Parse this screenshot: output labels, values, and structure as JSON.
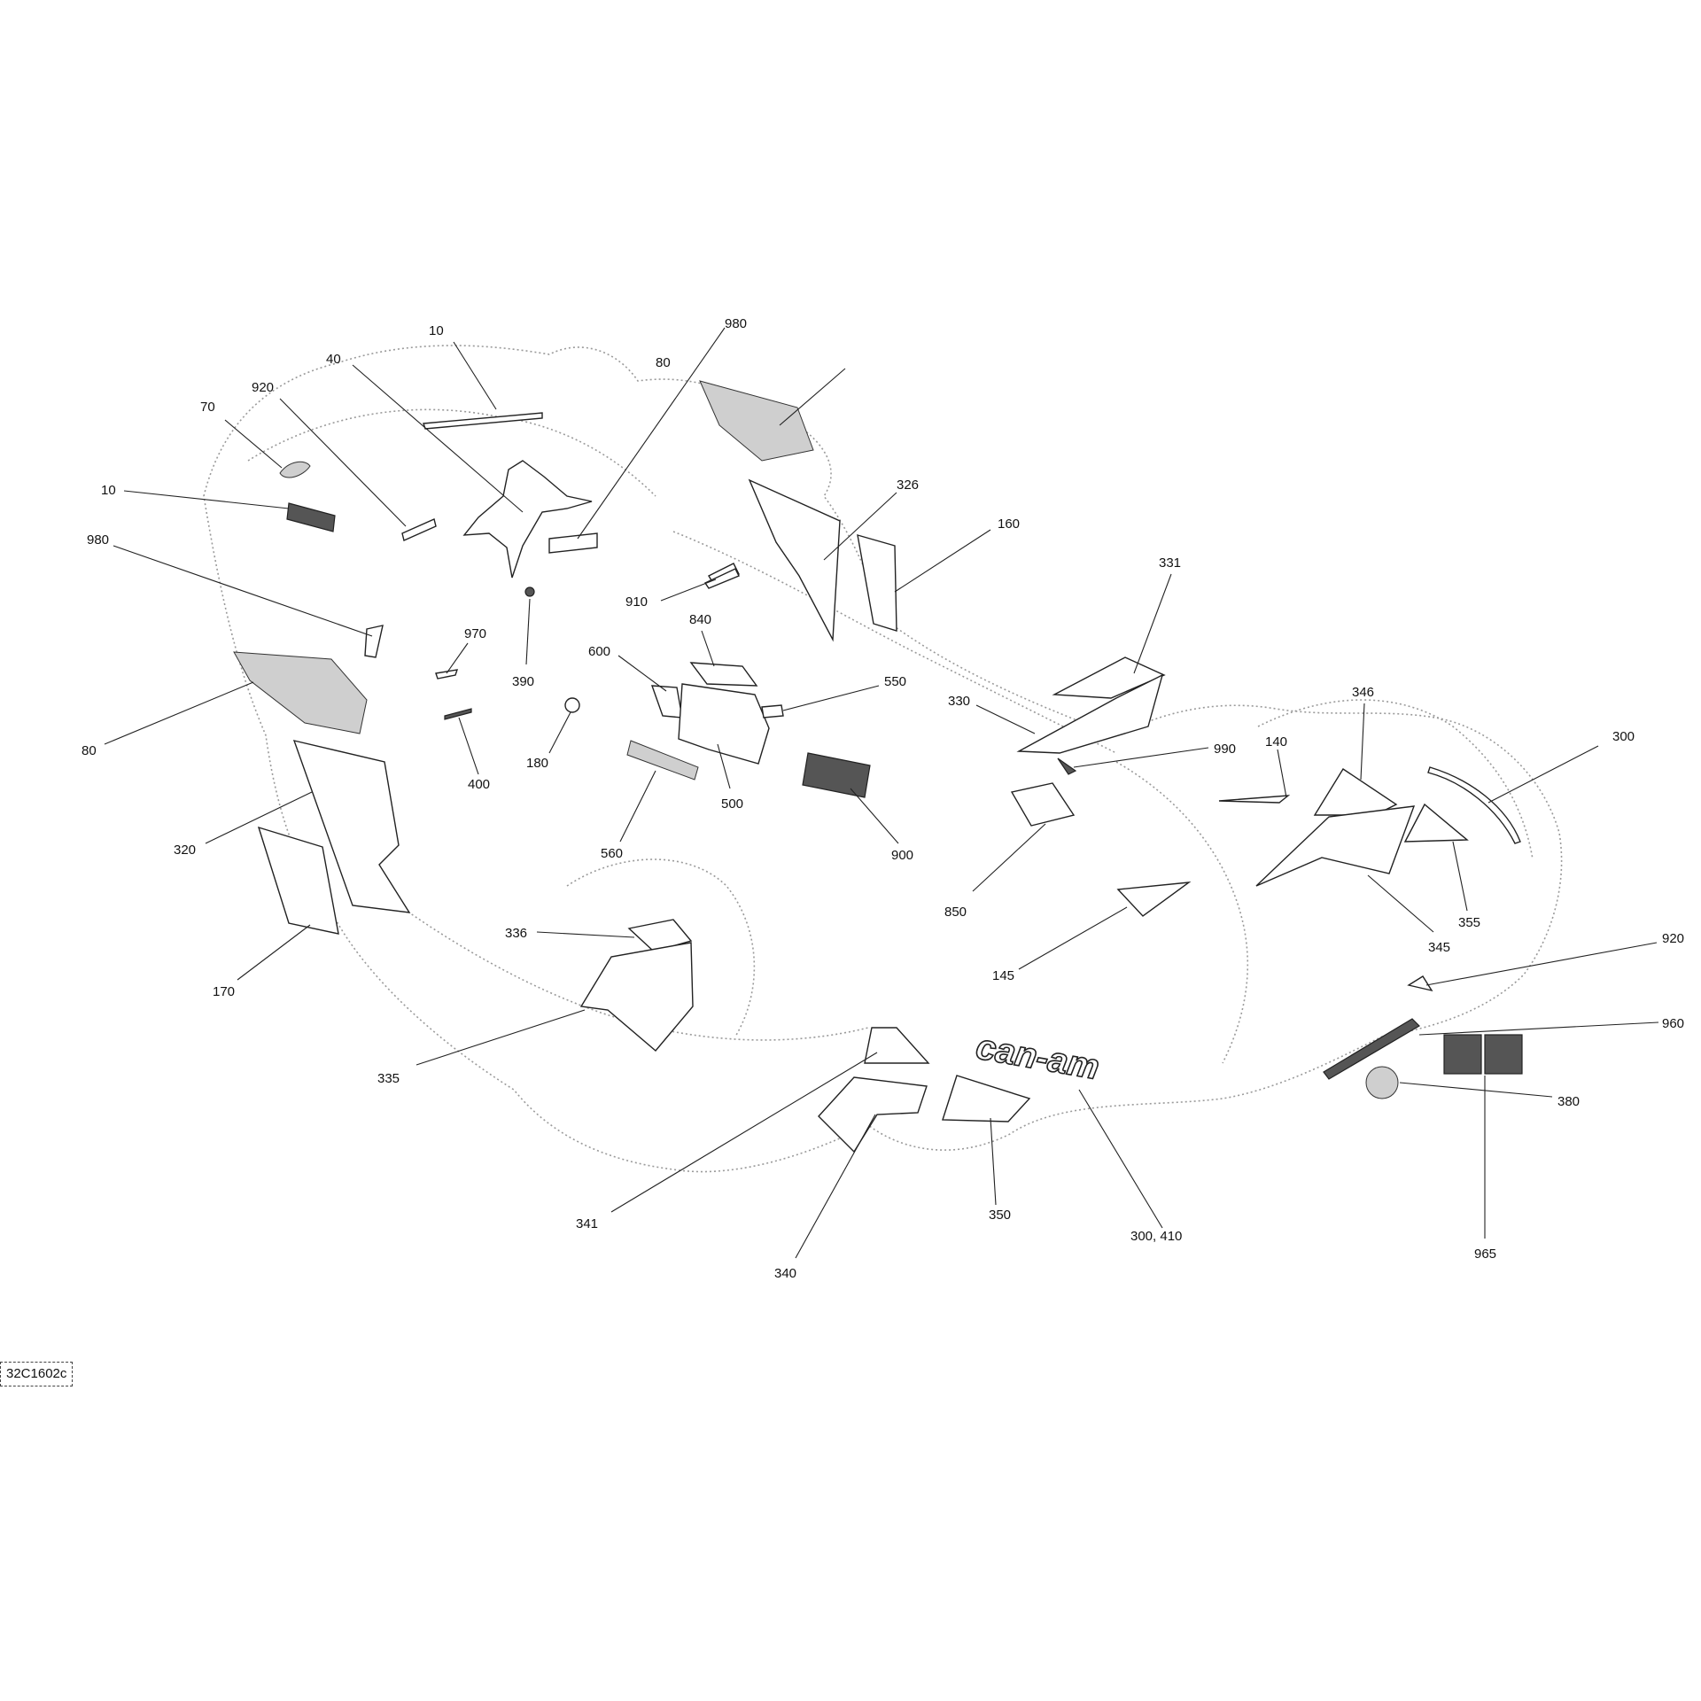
{
  "diagram": {
    "drawing_code": "32C1602c",
    "brand_logo": "can-am",
    "callouts": [
      {
        "id": "c10a",
        "label": "10"
      },
      {
        "id": "c40",
        "label": "40"
      },
      {
        "id": "c920a",
        "label": "920"
      },
      {
        "id": "c70",
        "label": "70"
      },
      {
        "id": "c10b",
        "label": "10"
      },
      {
        "id": "c980a",
        "label": "980"
      },
      {
        "id": "c80a",
        "label": "80"
      },
      {
        "id": "c980b",
        "label": "980"
      },
      {
        "id": "c326",
        "label": "326"
      },
      {
        "id": "c160",
        "label": "160"
      },
      {
        "id": "c910",
        "label": "910"
      },
      {
        "id": "c840",
        "label": "840"
      },
      {
        "id": "c970",
        "label": "970"
      },
      {
        "id": "c390",
        "label": "390"
      },
      {
        "id": "c600",
        "label": "600"
      },
      {
        "id": "c550",
        "label": "550"
      },
      {
        "id": "c80b",
        "label": "80"
      },
      {
        "id": "c400",
        "label": "400"
      },
      {
        "id": "c180",
        "label": "180"
      },
      {
        "id": "c500",
        "label": "500"
      },
      {
        "id": "c560",
        "label": "560"
      },
      {
        "id": "c900",
        "label": "900"
      },
      {
        "id": "c320",
        "label": "320"
      },
      {
        "id": "c331",
        "label": "331"
      },
      {
        "id": "c330",
        "label": "330"
      },
      {
        "id": "c990",
        "label": "990"
      },
      {
        "id": "c346",
        "label": "346"
      },
      {
        "id": "c140",
        "label": "140"
      },
      {
        "id": "c300a",
        "label": "300"
      },
      {
        "id": "c850",
        "label": "850"
      },
      {
        "id": "c145",
        "label": "145"
      },
      {
        "id": "c355",
        "label": "355"
      },
      {
        "id": "c345",
        "label": "345"
      },
      {
        "id": "c170",
        "label": "170"
      },
      {
        "id": "c336",
        "label": "336"
      },
      {
        "id": "c335",
        "label": "335"
      },
      {
        "id": "c920b",
        "label": "920"
      },
      {
        "id": "c960",
        "label": "960"
      },
      {
        "id": "c380",
        "label": "380"
      },
      {
        "id": "c341",
        "label": "341"
      },
      {
        "id": "c350",
        "label": "350"
      },
      {
        "id": "c300b",
        "label": "300, 410"
      },
      {
        "id": "c340",
        "label": "340"
      },
      {
        "id": "c965",
        "label": "965"
      }
    ]
  }
}
